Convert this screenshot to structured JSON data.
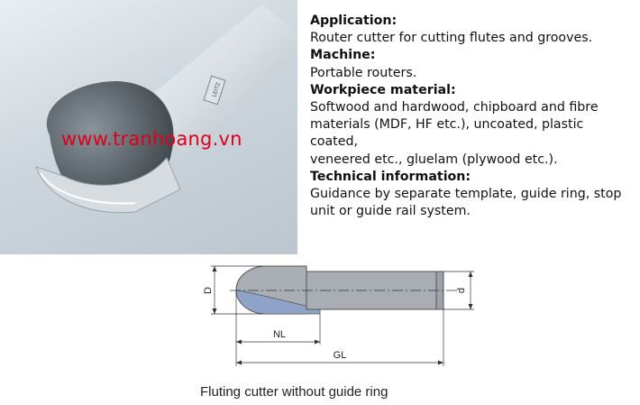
{
  "watermark": "www.tranhoang.vn",
  "logo_text": "LEITZ",
  "sections": [
    {
      "heading": "Application:",
      "lines": [
        "Router cutter for cutting flutes and grooves."
      ]
    },
    {
      "heading": "Machine:",
      "lines": [
        "Portable routers."
      ]
    },
    {
      "heading": "Workpiece material:",
      "lines": [
        "Softwood and hardwood, chipboard and fibre",
        "materials (MDF, HF etc.), uncoated, plastic coated,",
        "veneered etc., gluelam (plywood etc.)."
      ]
    },
    {
      "heading": "Technical information:",
      "lines": [
        "Guidance by separate template, guide ring, stop",
        "unit or guide rail system."
      ]
    }
  ],
  "drawing": {
    "dim_D": "D",
    "dim_d": "d",
    "dim_NL": "NL",
    "dim_GL": "GL",
    "caption": "Fluting cutter without guide ring"
  },
  "colors": {
    "cutter_body": "#a9aeb5",
    "cutter_tip": "#8fa3c8",
    "watermark": "#e0001a"
  }
}
